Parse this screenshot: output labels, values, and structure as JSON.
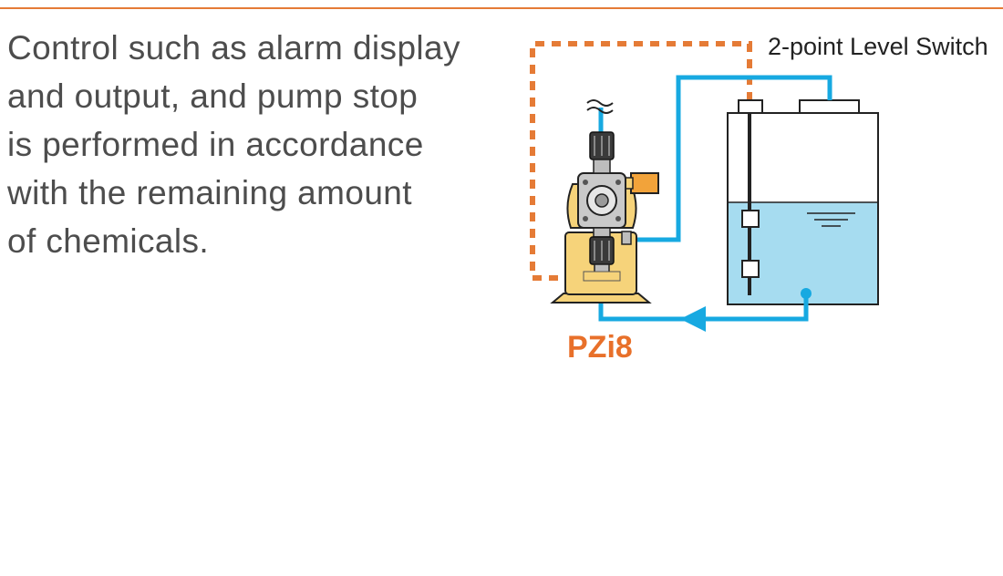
{
  "description": {
    "lines": [
      "Control such as alarm display",
      "and output, and pump stop",
      "is performed in accordance",
      "with the remaining amount",
      "of chemicals."
    ]
  },
  "diagram": {
    "level_switch_label": "2-point Level Switch",
    "pump_model_label": "PZi8",
    "colors": {
      "accent_orange": "#e8702a",
      "signal_line": "#e57b36",
      "fluid_line": "#17a9e1",
      "liquid": "#a6dcf0",
      "pump_body": "#f6d37a"
    },
    "icons": [
      "power-supply-icon",
      "flow-direction-arrow-icon",
      "liquid-surface-icon"
    ]
  }
}
